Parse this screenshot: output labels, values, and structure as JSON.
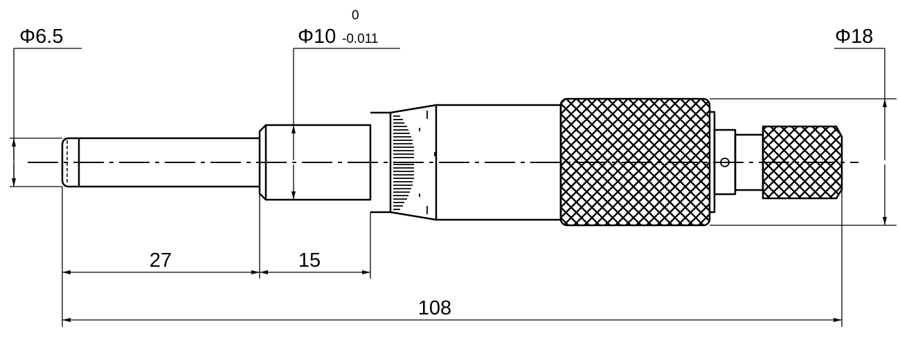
{
  "dimensions": {
    "spindle_dia": {
      "symbol": "Φ",
      "value": "6.5"
    },
    "sleeve_dia": {
      "symbol": "Φ",
      "value": "10",
      "upper_tol": "0",
      "lower_tol": "-0.011"
    },
    "knob_dia": {
      "symbol": "Φ",
      "value": "18"
    },
    "spindle_length": "27",
    "sleeve_length": "15",
    "overall_length": "108"
  }
}
